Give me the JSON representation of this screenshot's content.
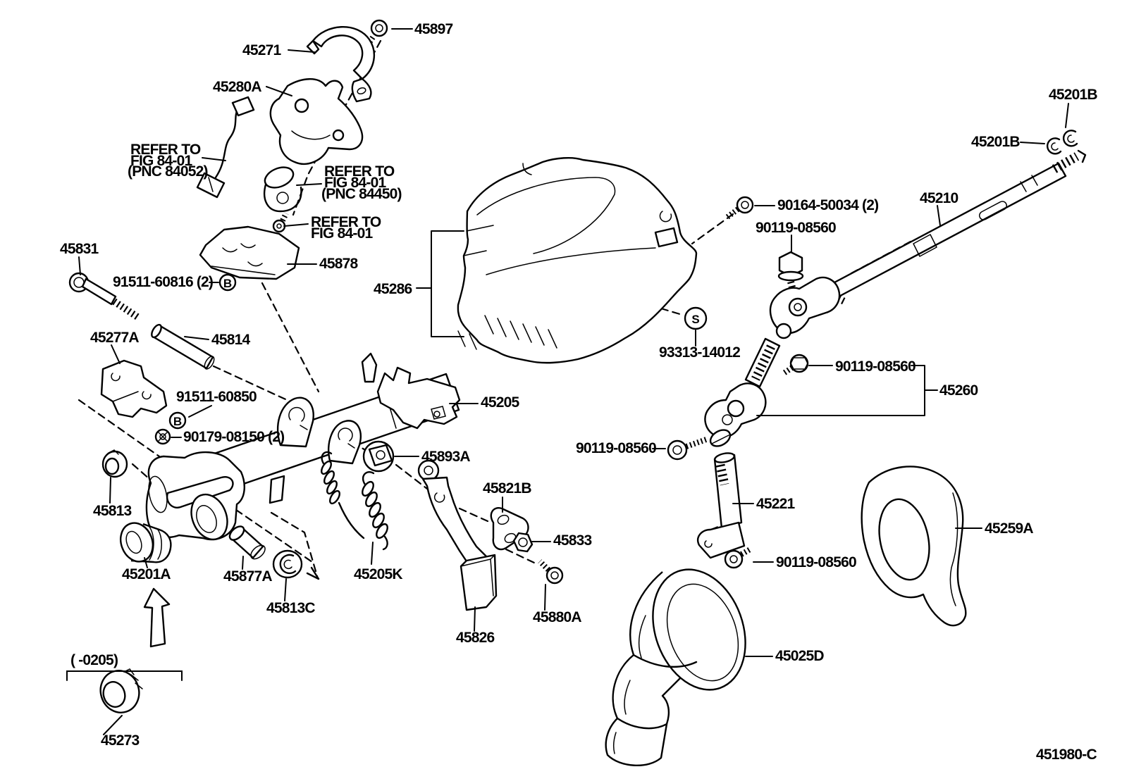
{
  "diagram": {
    "figure_code": "451980-C",
    "production_note": "(    -0205)"
  },
  "labels": {
    "p45897": "45897",
    "p45271": "45271",
    "p45280a": "45280A",
    "refer_line1": "REFER TO",
    "refer_line2": "FIG 84-01",
    "pnc_84052": "(PNC 84052)",
    "pnc_84450": "(PNC 84450)",
    "p45878": "45878",
    "p45831": "45831",
    "p91511_60816": "91511-60816 (2)",
    "p91511_60850": "91511-60850",
    "p90179_08150": "90179-08150 (2)",
    "p45277a": "45277A",
    "p45814": "45814",
    "p45813": "45813",
    "p45201a": "45201A",
    "p45877a": "45877A",
    "p45813c": "45813C",
    "p45205k": "45205K",
    "p45205": "45205",
    "p45893a": "45893A",
    "p45821b": "45821B",
    "p45833": "45833",
    "p45880a": "45880A",
    "p45826": "45826",
    "p45286": "45286",
    "p93313_14012": "93313-14012",
    "p90164_50034": "90164-50034 (2)",
    "p90119_08560": "90119-08560",
    "p45201b": "45201B",
    "p45210": "45210",
    "p45260": "45260",
    "p45221": "45221",
    "p45259a": "45259A",
    "p45025d": "45025D",
    "p45273": "45273",
    "circled_b": "B",
    "circled_s": "S"
  }
}
